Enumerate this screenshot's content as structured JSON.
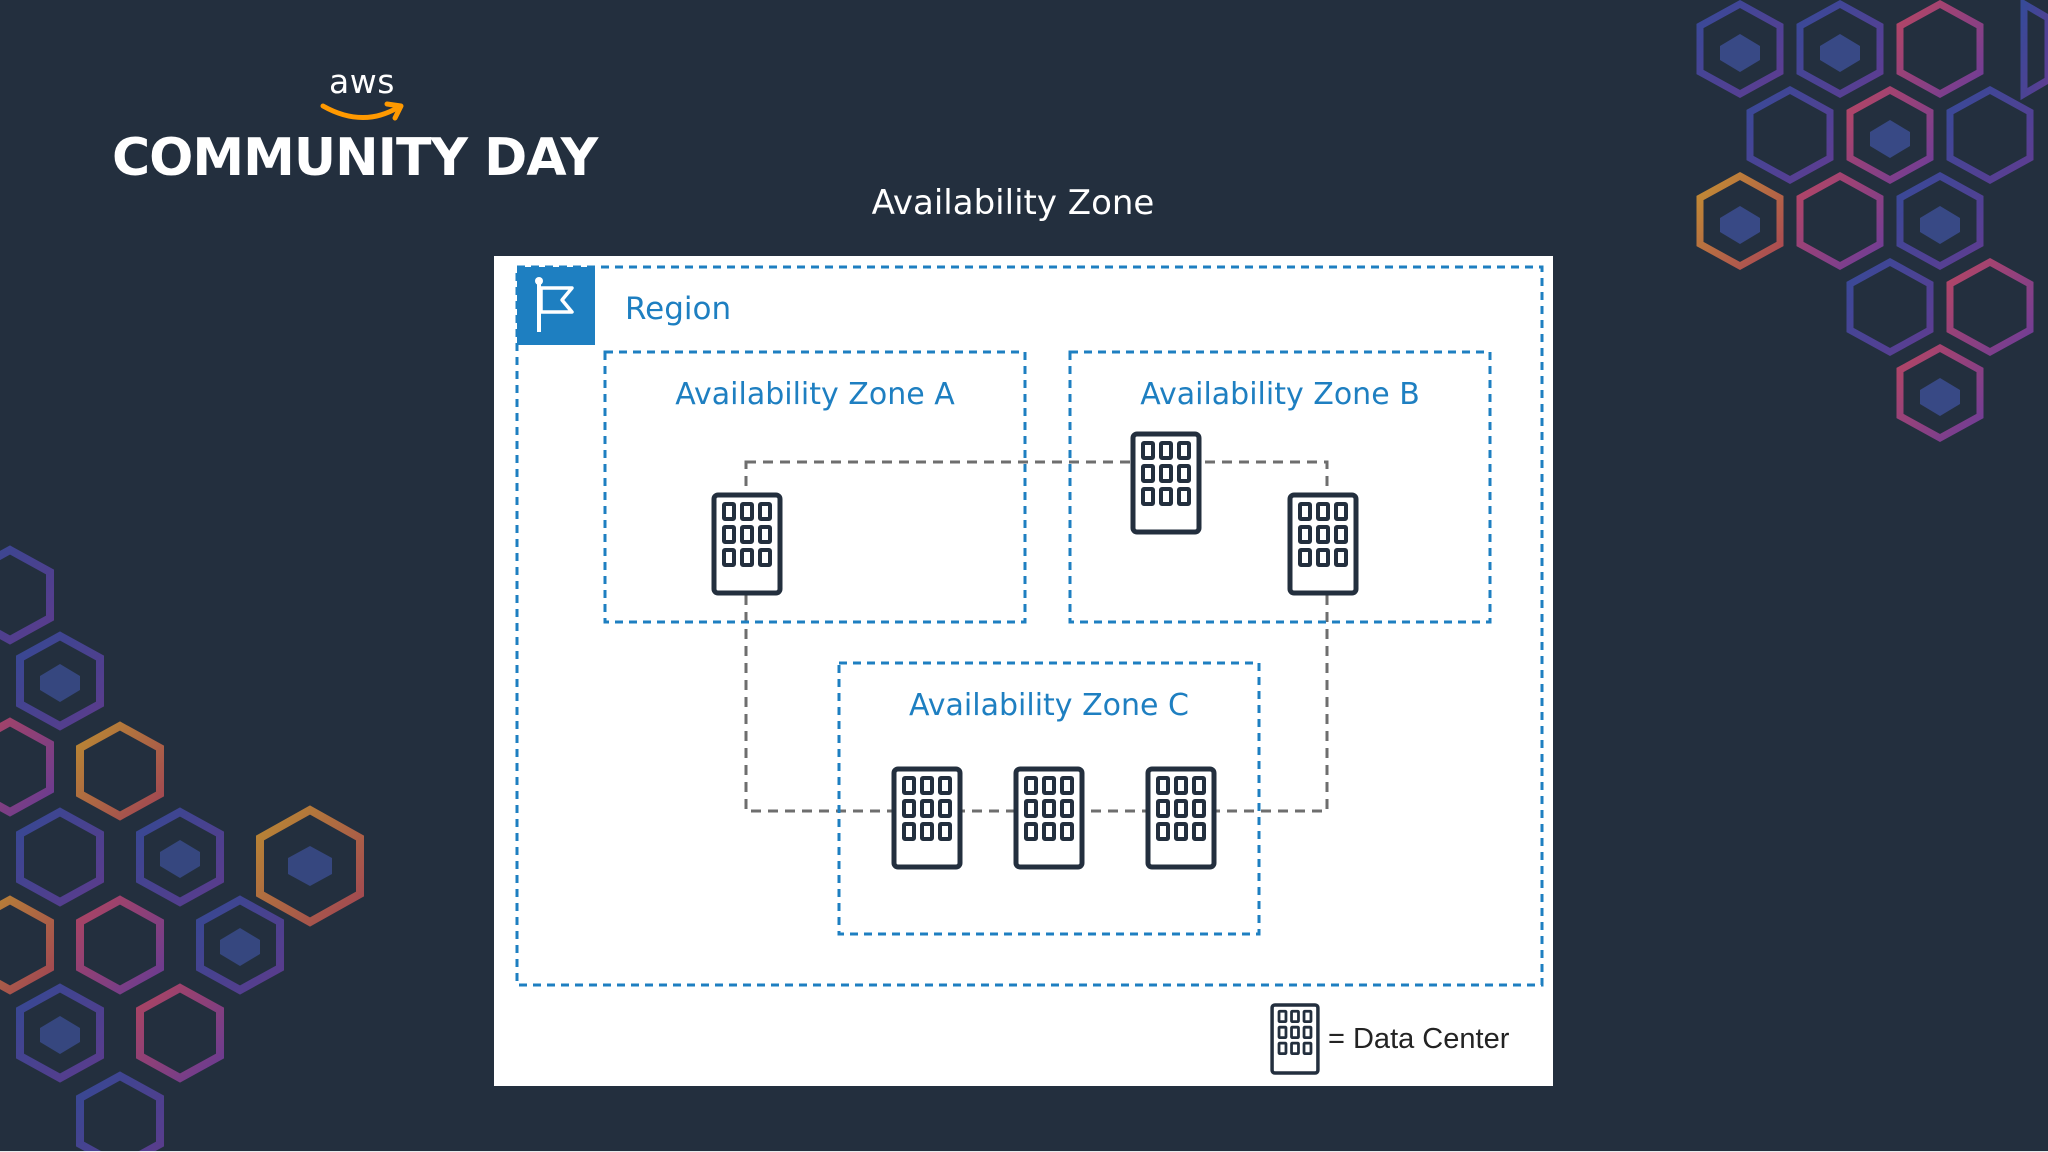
{
  "branding": {
    "aws": "aws",
    "event": "COMMUNITY DAY"
  },
  "slide": {
    "title": "Availability Zone"
  },
  "diagram": {
    "region_label": "Region",
    "zones": [
      {
        "id": "a",
        "label": "Availability Zone A",
        "data_centers": 1
      },
      {
        "id": "b",
        "label": "Availability Zone B",
        "data_centers": 2
      },
      {
        "id": "c",
        "label": "Availability Zone C",
        "data_centers": 3
      }
    ],
    "legend": {
      "text": "= Data Center",
      "icon": "data-center-icon"
    },
    "icons": {
      "region": "region-flag-icon",
      "data_center": "data-center-icon"
    }
  },
  "colors": {
    "background": "#232f3e",
    "accent_blue": "#1e7fc1",
    "connector_gray": "#6e6e6e",
    "icon_dark": "#232f3e"
  }
}
